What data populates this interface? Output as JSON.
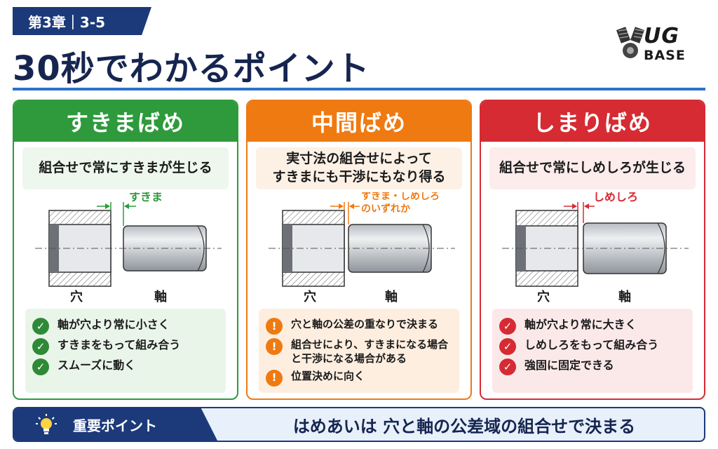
{
  "header": {
    "chapter": "第3章｜3-5",
    "title": "30秒でわかるポイント",
    "logo_top": "UG",
    "logo_bottom": "BASE"
  },
  "cards": [
    {
      "title": "すきまばめ",
      "desc": [
        "組合せで常にすきまが生じる"
      ],
      "annotation": [
        "すきま"
      ],
      "hole_label": "穴",
      "shaft_label": "軸",
      "items": [
        "軸が穴より常に小さく",
        "すきまをもって組み合う",
        "スムーズに動く"
      ],
      "icon": "check-icon"
    },
    {
      "title": "中間ばめ",
      "desc": [
        "実寸法の組合せによって",
        "すきまにも干渉にもなり得る"
      ],
      "annotation": [
        "すきま・しめしろ",
        "のいずれか"
      ],
      "hole_label": "穴",
      "shaft_label": "軸",
      "items": [
        "穴と軸の公差の重なりで決まる",
        "組合せにより、すきまになる場合と干渉になる場合がある",
        "位置決めに向く"
      ],
      "icon": "exclamation-icon"
    },
    {
      "title": "しまりばめ",
      "desc": [
        "組合せで常にしめしろが生じる"
      ],
      "annotation": [
        "しめしろ"
      ],
      "hole_label": "穴",
      "shaft_label": "軸",
      "items": [
        "軸が穴より常に大きく",
        "しめしろをもって組み合う",
        "強固に固定できる"
      ],
      "icon": "check-icon"
    }
  ],
  "bottom": {
    "label": "重要ポイント",
    "text": "はめあいは 穴と軸の公差域の組合せで決まる"
  },
  "icons": {
    "check": "✓",
    "exclamation": "!"
  },
  "colors": {
    "green": "#2e9a3c",
    "orange": "#ef7a12",
    "red": "#d62b33",
    "navy": "#1c3a7a",
    "blue_rule": "#2a72c8"
  }
}
